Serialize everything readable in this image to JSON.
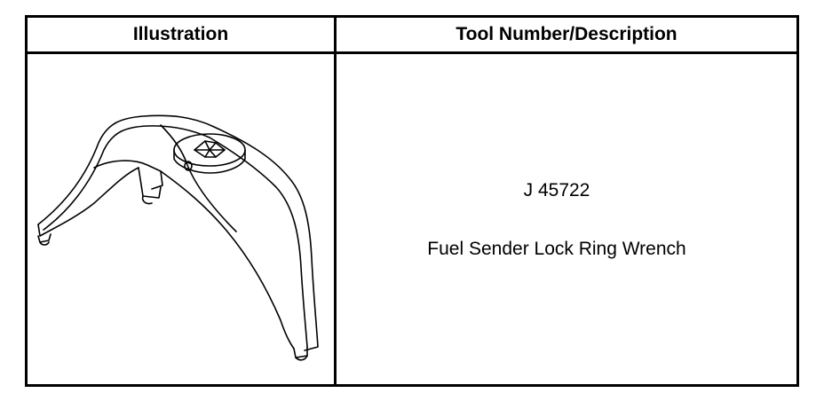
{
  "table": {
    "header_illustration": "Illustration",
    "header_description": "Tool Number/Description"
  },
  "tool": {
    "number": "J 45722",
    "description": "Fuel Sender Lock Ring Wrench",
    "icon": "lock-ring-wrench-illustration"
  },
  "colors": {
    "line": "#000000",
    "background": "#ffffff"
  }
}
